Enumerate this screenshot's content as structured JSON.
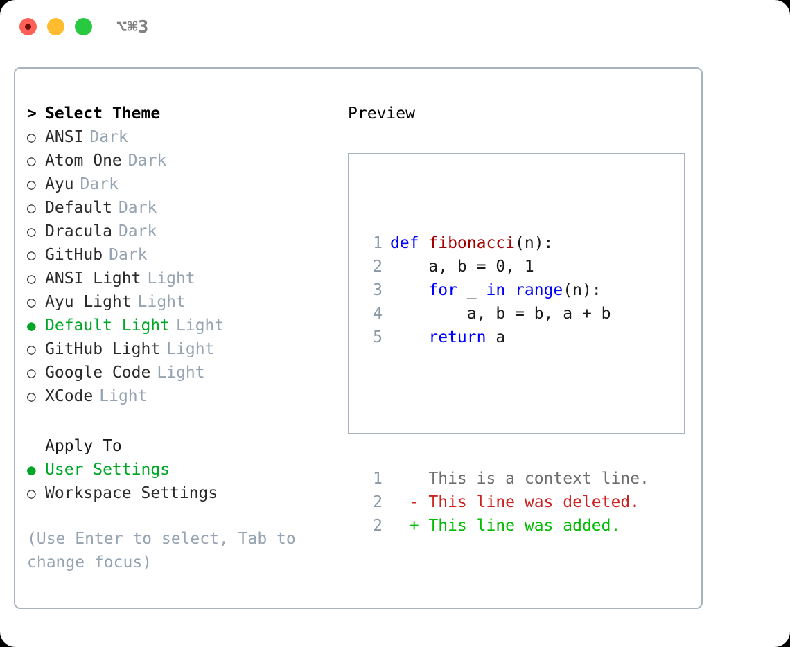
{
  "titlebar": {
    "shortcut": "⌥⌘3",
    "buttons": [
      {
        "name": "close",
        "color": "#ff5f57"
      },
      {
        "name": "minimize",
        "color": "#febc2e"
      },
      {
        "name": "zoom",
        "color": "#28c840"
      }
    ]
  },
  "theme_picker": {
    "header_caret": ">",
    "header": "Select Theme",
    "bullet_unselected": "○",
    "bullet_selected": "●",
    "items": [
      {
        "label": "ANSI",
        "tag": "Dark",
        "selected": false
      },
      {
        "label": "Atom One",
        "tag": "Dark",
        "selected": false
      },
      {
        "label": "Ayu",
        "tag": "Dark",
        "selected": false
      },
      {
        "label": "Default",
        "tag": "Dark",
        "selected": false
      },
      {
        "label": "Dracula",
        "tag": "Dark",
        "selected": false
      },
      {
        "label": "GitHub",
        "tag": "Dark",
        "selected": false
      },
      {
        "label": "ANSI Light",
        "tag": "Light",
        "selected": false
      },
      {
        "label": "Ayu Light",
        "tag": "Light",
        "selected": false
      },
      {
        "label": "Default Light",
        "tag": "Light",
        "selected": true
      },
      {
        "label": "GitHub Light",
        "tag": "Light",
        "selected": false
      },
      {
        "label": "Google Code",
        "tag": "Light",
        "selected": false
      },
      {
        "label": "XCode",
        "tag": "Light",
        "selected": false
      }
    ]
  },
  "apply_to": {
    "header": "Apply To",
    "items": [
      {
        "label": "User Settings",
        "selected": true
      },
      {
        "label": "Workspace Settings",
        "selected": false
      }
    ]
  },
  "help_text": "(Use Enter to select, Tab to\nchange focus)",
  "preview": {
    "title": "Preview",
    "code_lines": [
      {
        "num": "1",
        "parts": [
          {
            "t": "def ",
            "c": "kw"
          },
          {
            "t": "fibonacci",
            "c": "fn"
          },
          {
            "t": "(n):",
            "c": "pl"
          }
        ]
      },
      {
        "num": "2",
        "parts": [
          {
            "t": "    a, b = 0, 1",
            "c": "pl"
          }
        ]
      },
      {
        "num": "3",
        "parts": [
          {
            "t": "    ",
            "c": "pl"
          },
          {
            "t": "for",
            "c": "kw"
          },
          {
            "t": " _ ",
            "c": "pl"
          },
          {
            "t": "in",
            "c": "kw"
          },
          {
            "t": " ",
            "c": "pl"
          },
          {
            "t": "range",
            "c": "kw"
          },
          {
            "t": "(n):",
            "c": "pl"
          }
        ]
      },
      {
        "num": "4",
        "parts": [
          {
            "t": "        a, b = b, a + b",
            "c": "pl"
          }
        ]
      },
      {
        "num": "5",
        "parts": [
          {
            "t": "    ",
            "c": "pl"
          },
          {
            "t": "return",
            "c": "kw"
          },
          {
            "t": " a",
            "c": "pl"
          }
        ]
      }
    ],
    "diff_lines": [
      {
        "num": "1",
        "marker": "  ",
        "text": "This is a context line.",
        "kind": "ctx"
      },
      {
        "num": "2",
        "marker": "- ",
        "text": "This line was deleted.",
        "kind": "del"
      },
      {
        "num": "2",
        "marker": "+ ",
        "text": "This line was added.",
        "kind": "add"
      }
    ]
  },
  "colors": {
    "accent_green": "#00a626",
    "muted": "#95a3b2",
    "border": "#a9b3bf",
    "keyword": "#0000ff",
    "function": "#a30000",
    "diff_added": "#00bb00",
    "diff_deleted": "#cc2222",
    "line_number": "#8a99a8"
  }
}
